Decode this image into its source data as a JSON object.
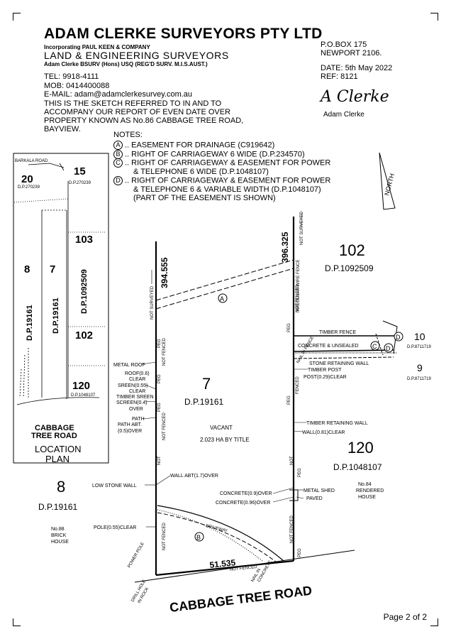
{
  "header": {
    "firm": "ADAM CLERKE SURVEYORS PTY LTD",
    "incorporating": "Incorporating PAUL KEEN & COMPANY",
    "discipline": "LAND & ENGINEERING SURVEYORS",
    "qualifications": "Adam Clerke BSURV (Hons) USQ (REG'D SURV. M.I.S.AUST.)",
    "tel": "TEL:  9918-4111",
    "mob": "MOB: 0414400088",
    "email": "E-MAIL:  adam@adamclerkesurvey.com.au",
    "pobox": "P.O.BOX 175",
    "suburb": "NEWPORT 2106.",
    "date": "DATE:  5th May 2022",
    "ref": "REF:    8121",
    "signature": "A Clerke",
    "signatory": "Adam Clerke"
  },
  "sketch_text": [
    "THIS IS THE SKETCH REFERRED TO IN AND TO",
    "ACCOMPANY OUR REPORT OF EVEN DATE OVER",
    "PROPERTY KNOWN AS No.86 CABBAGE TREE ROAD,",
    "BAYVIEW."
  ],
  "notes": {
    "heading": "NOTES:",
    "items": [
      {
        "letter": "A",
        "text": ".. EASEMENT FOR DRAINAGE (C919642)"
      },
      {
        "letter": "B",
        "text": ".. RIGHT OF CARRIAGEWAY 6 WIDE (D.P.234570)"
      },
      {
        "letter": "C",
        "text": ".. RIGHT OF CARRIAGEWAY & EASEMENT FOR POWER"
      },
      {
        "letter": "",
        "text": "& TELEPHONE 6 WIDE (D.P.1048107)"
      },
      {
        "letter": "D",
        "text": ".. RIGHT OF CARRIAGEWAY & EASEMENT FOR POWER"
      },
      {
        "letter": "",
        "text": "& TELEPHONE 6 & VARIABLE WIDTH (D.P.1048107)"
      },
      {
        "letter": "",
        "text": "(PART OF THE EASEMENT IS SHOWN)"
      }
    ]
  },
  "location_plan": {
    "title_1": "LOCATION",
    "title_2": "PLAN",
    "road": "BARKALA ROAD",
    "lot20": "20",
    "lot20_dp": "D.P.270239",
    "lot15": "15",
    "lot15_dp": "D.P.270239",
    "lot103": "103",
    "lot8": "8",
    "lot7": "7",
    "dp19161_a": "D.P.19161",
    "dp19161_b": "D.P.19161",
    "dp1092509": "D.P.1092509",
    "lot102": "102",
    "lot120": "120",
    "lot120_dp": "D.P.1048107",
    "cabbage_1": "CABBAGE",
    "cabbage_2": "TREE ROAD"
  },
  "north": "NORTH",
  "plan": {
    "lot7": "7",
    "lot7_dp": "D.P.19161",
    "vacant": "VACANT",
    "area": "2.023 HA BY TITLE",
    "lot102": "102",
    "lot102_dp": "D.P.1092509",
    "lot120": "120",
    "lot120_dp": "D.P.1048107",
    "lot8": "8",
    "lot8_dp": "D.P.19161",
    "lot10": "10",
    "lot10_dp": "D.P.8711719",
    "lot9": "9",
    "lot9_dp": "D.P.8711719",
    "house88": [
      "No.88",
      "BRICK",
      "HOUSE"
    ],
    "house84": [
      "No.84",
      "RENDERED",
      "HOUSE"
    ],
    "dim_left": "394.555",
    "dim_right": "396.325",
    "dim_front": "51.535",
    "road": "CABBAGE  TREE  ROAD",
    "labels": {
      "not_surveyed_l": "NOT SURVEYED",
      "not_surveyed_r": "NOT SURVEYED",
      "irregular": "IRREGULAR WIRE FENCE",
      "timber_fence": "TIMBER FENCE",
      "concrete": "CONCRETE  &  UNSEALED",
      "nail_fence": "NAIL IN FENCE",
      "stone_wall": "STONE RETAINING WALL",
      "timber_post": "TIMBER POST",
      "post_clear": "POST(0.29)CLEAR",
      "timber_wall": "TIMBER RETAINING WALL",
      "wall_clear": "WALL(0.81)CLEAR",
      "metal_roof": "METAL ROOF",
      "roof": "ROOF(0.6)",
      "clear1": "CLEAR",
      "sreen": "SREEN(0.55)",
      "clear2": "CLEAR",
      "timber_sreen": "TIMBER SREEN",
      "screen": "SCREEN(0.4)",
      "over1": "OVER",
      "path": "PATH",
      "path_abt": "PATH ABT.",
      "path_over": "(0.5)OVER",
      "low_stone": "LOW STONE WALL",
      "wall_abt": "WALL ABT(1.7)OVER",
      "concrete09": "CONCRETE(0.9)OVER",
      "concrete096": "CONCRETE(0.96)OVER",
      "metal_shed": "METAL SHED",
      "paved": "PAVED",
      "pole": "POLE(0.55)CLEAR",
      "power_pole": "POWER POLE",
      "driveway": "DRIVEWAY",
      "drill_hole": "DRILL HOLE",
      "in_rock": "IN ROCK",
      "nail_in": "NAIL IN",
      "concrete_t": "CONCRETE",
      "peg": "PEG",
      "not_fenced": "NOT FENCED",
      "fenced": "FENCED",
      "not": "NOT",
      "letter_a": "A",
      "letter_b": "B",
      "letter_c": "C",
      "letter_d": "D"
    }
  },
  "footer": {
    "page": "Page  2  of  2"
  }
}
